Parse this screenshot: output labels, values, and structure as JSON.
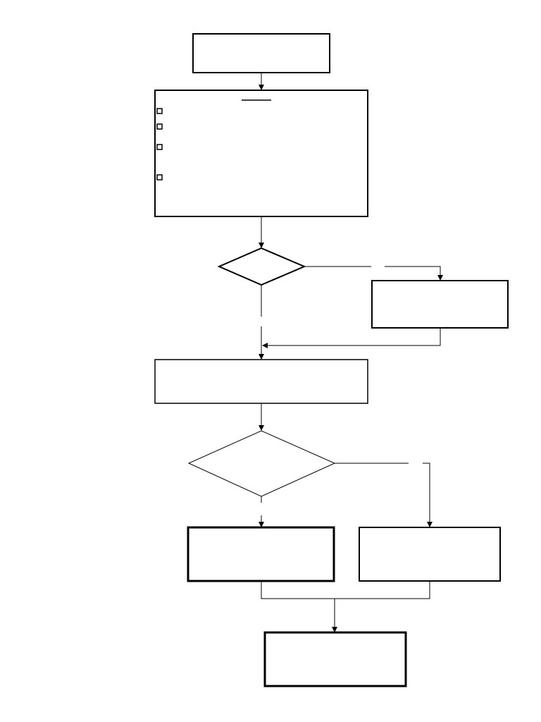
{
  "diagram": {
    "type": "flowchart",
    "colors": {
      "background": "#ffffff",
      "stroke": "#000000"
    },
    "nodes": [
      {
        "id": "start",
        "shape": "process",
        "label": ""
      },
      {
        "id": "criteria",
        "shape": "process-with-checklist",
        "label": "",
        "heading": "",
        "checklist_items": [
          "",
          "",
          "",
          ""
        ]
      },
      {
        "id": "decision-1",
        "shape": "decision",
        "label": ""
      },
      {
        "id": "side-process",
        "shape": "process",
        "label": ""
      },
      {
        "id": "middle-process",
        "shape": "process",
        "label": ""
      },
      {
        "id": "decision-2",
        "shape": "decision",
        "label": ""
      },
      {
        "id": "outcome-left",
        "shape": "terminal",
        "label": ""
      },
      {
        "id": "outcome-right",
        "shape": "terminal",
        "label": ""
      },
      {
        "id": "final",
        "shape": "terminal",
        "label": ""
      }
    ],
    "edges": [
      {
        "from": "start",
        "to": "criteria"
      },
      {
        "from": "criteria",
        "to": "decision-1"
      },
      {
        "from": "decision-1",
        "to": "middle-process",
        "label": ""
      },
      {
        "from": "decision-1",
        "to": "side-process",
        "label": ""
      },
      {
        "from": "side-process",
        "to": "middle-process"
      },
      {
        "from": "middle-process",
        "to": "decision-2"
      },
      {
        "from": "decision-2",
        "to": "outcome-left",
        "label": ""
      },
      {
        "from": "decision-2",
        "to": "outcome-right",
        "label": ""
      },
      {
        "from": "outcome-left",
        "to": "final"
      },
      {
        "from": "outcome-right",
        "to": "final"
      }
    ]
  }
}
